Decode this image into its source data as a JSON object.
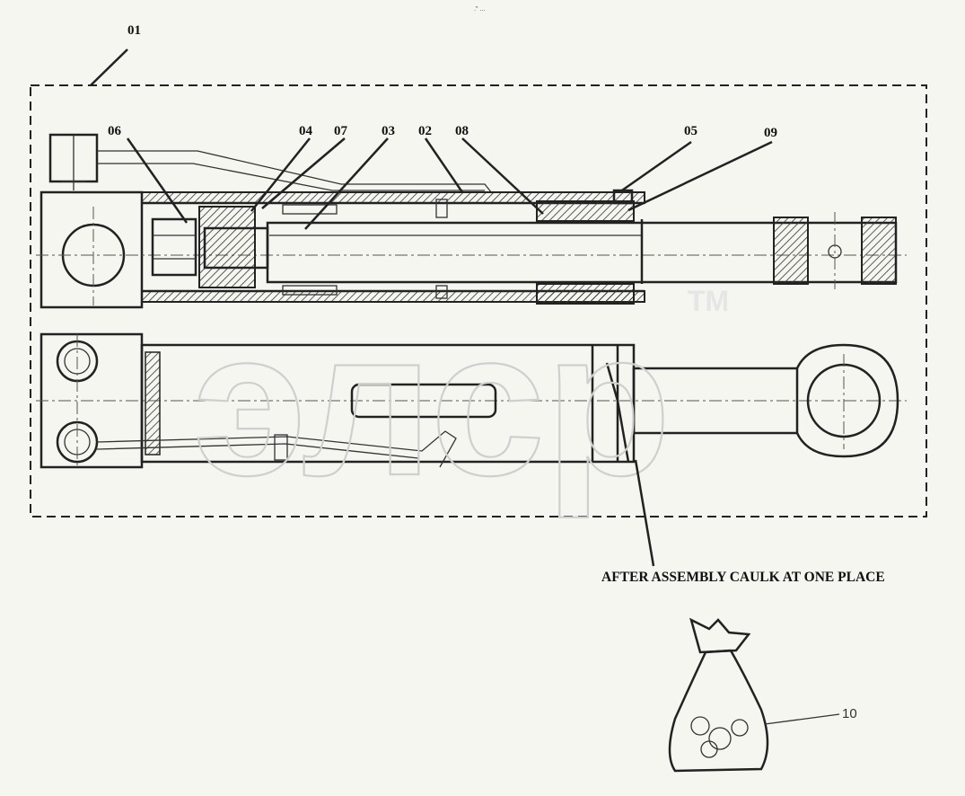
{
  "header_mark": ".\" ...",
  "callouts": {
    "c01": "01",
    "c02": "02",
    "c03": "03",
    "c04": "04",
    "c05": "05",
    "c06": "06",
    "c07": "07",
    "c08": "08",
    "c09": "09",
    "c10": "10"
  },
  "note": "AFTER ASSEMBLY CAULK AT ONE PLACE",
  "watermark": {
    "text": "элср",
    "tm": "TM"
  }
}
